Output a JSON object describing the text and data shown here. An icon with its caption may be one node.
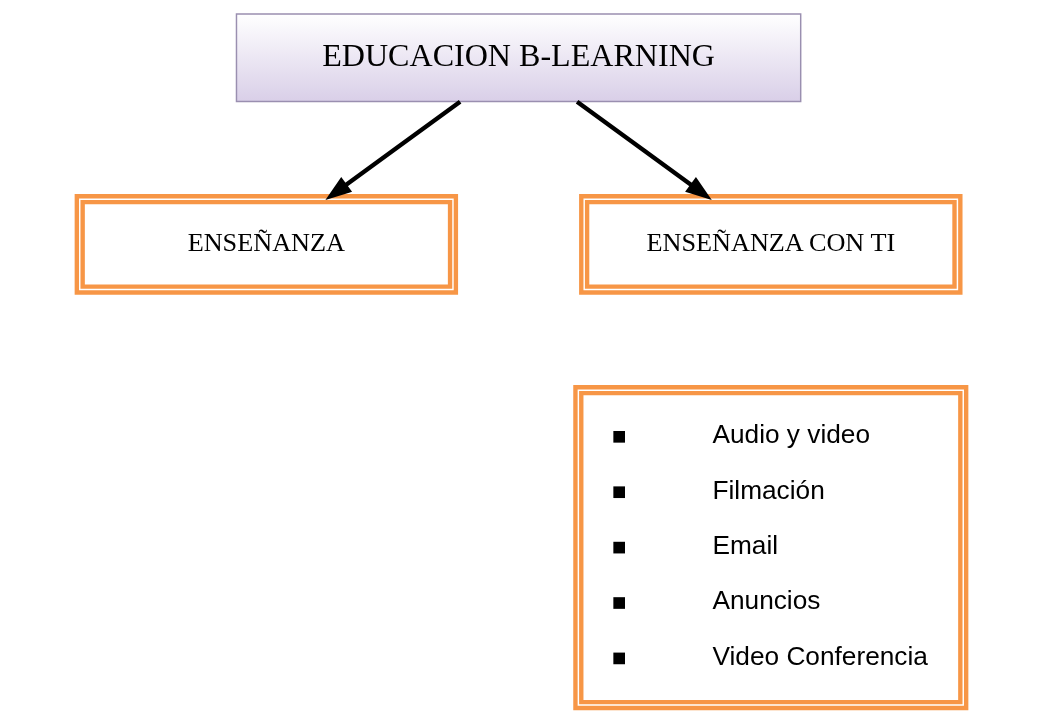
{
  "diagram": {
    "nodes": [
      {
        "text": [
          "EDUCACION B-LEARNING"
        ]
      },
      {
        "text": [
          "ENSEÑANZA"
        ]
      },
      {
        "text": [
          "ENSEÑANZA CON TI"
        ]
      },
      {
        "text": [
          "Audio y video",
          "Filmación",
          "Email",
          "Anuncios",
          "Video Conferencia"
        ]
      }
    ],
    "edges": [
      {
        "from": 0,
        "to": 1,
        "arrow": "to"
      },
      {
        "from": 0,
        "to": 2,
        "arrow": "to"
      }
    ]
  }
}
